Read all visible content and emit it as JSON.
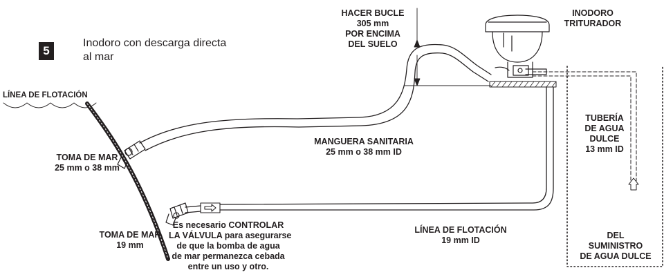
{
  "step": {
    "number": "5",
    "title_lines": [
      "Inodoro con descarga directa",
      "al mar"
    ]
  },
  "labels": {
    "waterline_top": "LÍNEA DE FLOTACIÓN",
    "loop": [
      "HACER BUCLE",
      "305 mm",
      "POR ENCIMA",
      "DEL SUELO"
    ],
    "toilet": [
      "INODORO",
      "TRITURADOR"
    ],
    "seacock_upper": [
      "TOMA DE MAR",
      "25 mm o 38 mm"
    ],
    "sanitary_hose": [
      "MANGUERA SANITARIA",
      "25 mm o 38 mm ID"
    ],
    "fresh_water_pipe": [
      "TUBERÍA",
      "DE AGUA",
      "DULCE",
      "13 mm ID"
    ],
    "seacock_lower": [
      "TOMA DE MAR",
      "19 mm"
    ],
    "valve_note": [
      "Es necesario CONTROLAR",
      "LA VÁLVULA para asegurarse",
      "de que la bomba de agua",
      "de mar permanezca cebada",
      "entre un uso y otro."
    ],
    "intake_line": [
      "LÍNEA DE FLOTACIÓN",
      "19 mm ID"
    ],
    "fresh_water_supply": [
      "DEL",
      "SUMINISTRO",
      "DE AGUA DULCE"
    ]
  },
  "colors": {
    "ink": "#231f20",
    "background": "#ffffff",
    "badge_text": "#ffffff"
  },
  "icons": [
    "toilet-icon",
    "valve-arrow-icon",
    "up-arrow-icon",
    "seacock-icon"
  ]
}
